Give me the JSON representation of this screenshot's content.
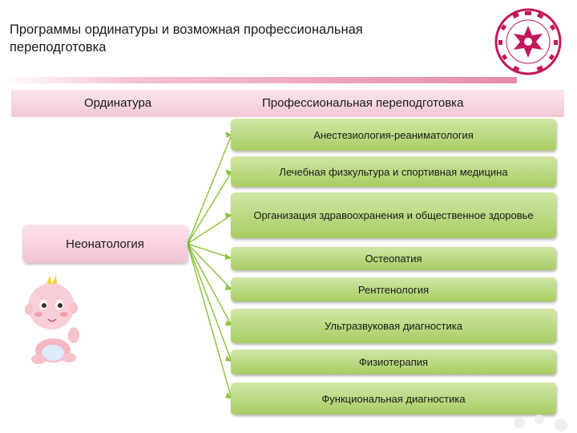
{
  "slide": {
    "title": "Программы ординатуры и возможная профессиональная переподготовка",
    "header": {
      "left": "Ординатура",
      "right": "Профессиональная переподготовка"
    },
    "residency": "Неонатология",
    "programs": [
      "Анестезиология-реаниматология",
      "Лечебная физкультура и спортивная медицина",
      "Организация здравоохранения и общественное здоровье",
      "Остеопатия",
      "Рентгенология",
      "Ультразвуковая диагностика",
      "Физиотерапия",
      "Функциональная диагностика"
    ]
  },
  "colors": {
    "accent_pink": "#e58ba6",
    "box_green": "#a8cc62",
    "connector_green": "#8cc63f",
    "logo_magenta": "#c2185b"
  },
  "icons": {
    "logo": "ministry-emblem-icon",
    "illustration": "baby-illustration-icon"
  }
}
